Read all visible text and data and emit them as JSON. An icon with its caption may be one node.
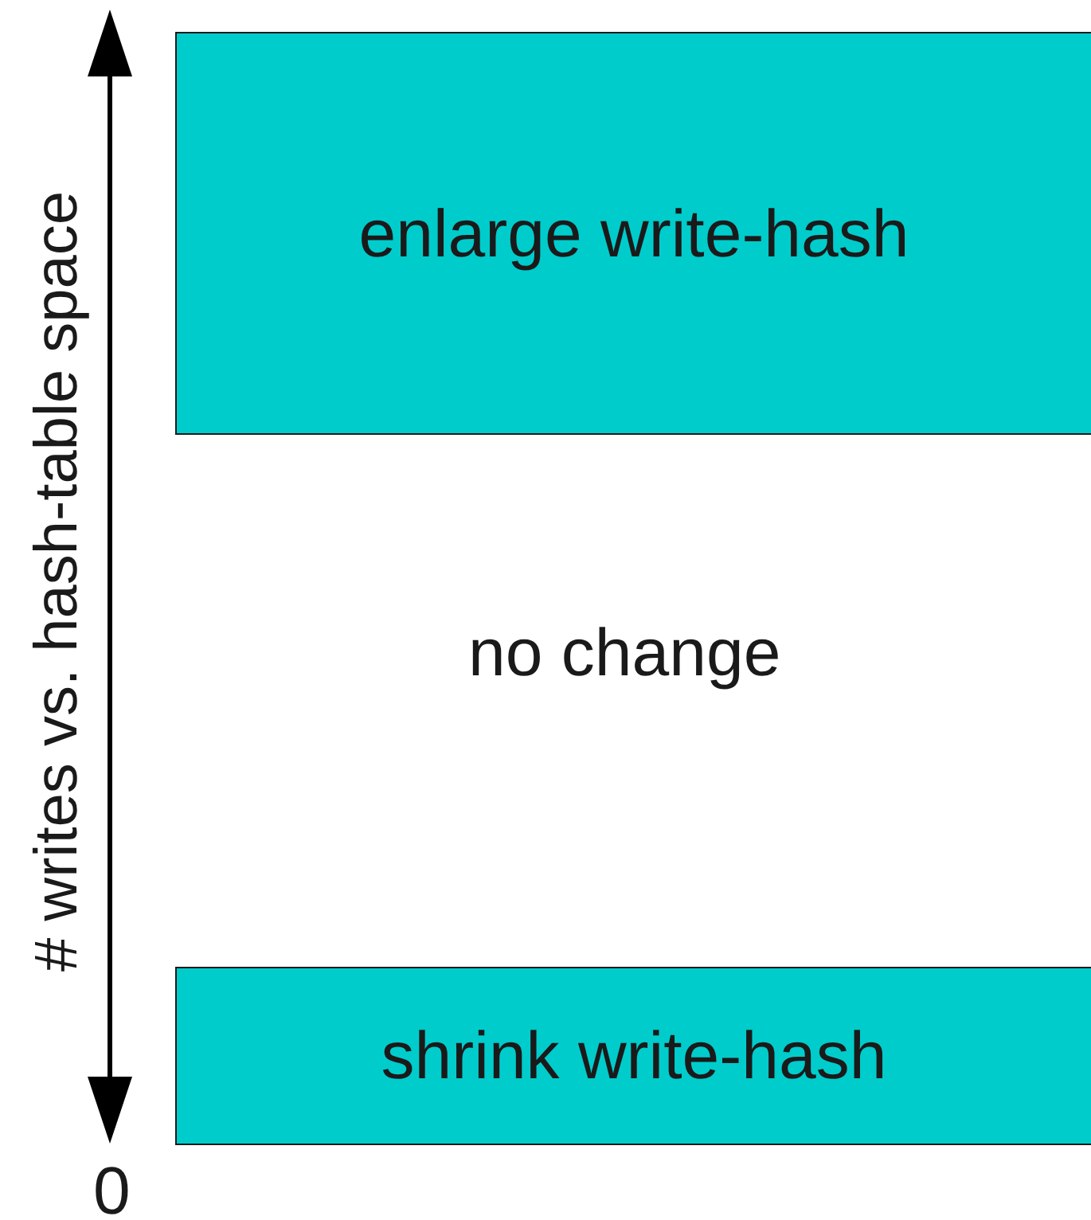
{
  "diagram": {
    "nodes": [
      {
        "text": [
          "enlarge write-hash"
        ]
      },
      {
        "text": [
          "shrink write-hash"
        ]
      }
    ],
    "labels": [
      "no change",
      "# writes vs. hash-table space",
      "0"
    ]
  }
}
